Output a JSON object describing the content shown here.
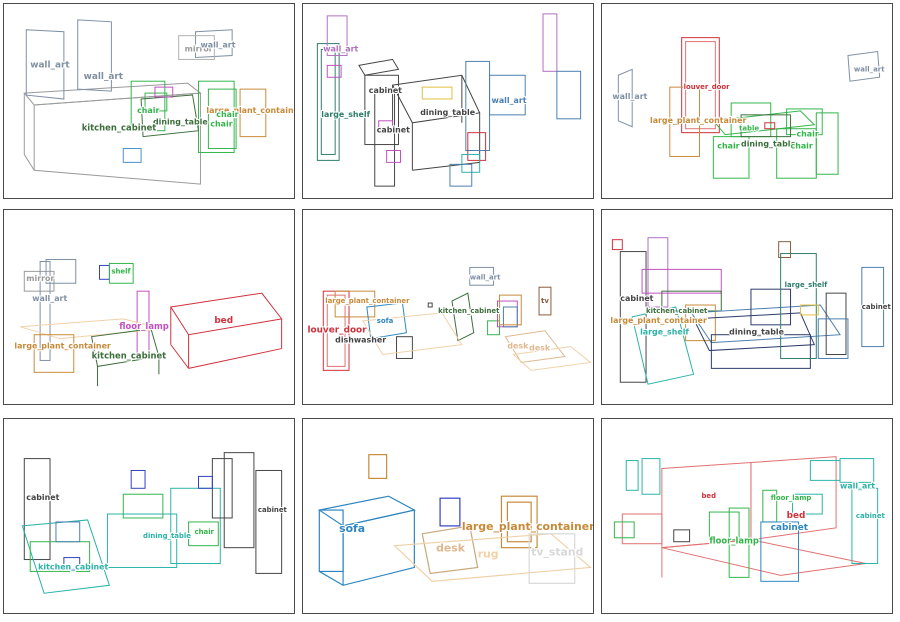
{
  "panels": [
    {
      "id": "p1",
      "labels": [
        {
          "text": "wall_art",
          "color": "#7f8fa3"
        },
        {
          "text": "wall_art",
          "color": "#7f8fa3"
        },
        {
          "text": "mirror",
          "color": "#9a9a9a"
        },
        {
          "text": "wall_art",
          "color": "#7f8fa3"
        },
        {
          "text": "large_plant_container",
          "color": "#c88a3a"
        },
        {
          "text": "chair",
          "color": "#33b54a"
        },
        {
          "text": "chair",
          "color": "#33b54a"
        },
        {
          "text": "dining_table",
          "color": "#3c6e3c"
        },
        {
          "text": "kitchen_cabinet",
          "color": "#3c6e3c"
        },
        {
          "text": "chair",
          "color": "#33b54a"
        }
      ]
    },
    {
      "id": "p2",
      "labels": [
        {
          "text": "wall_art",
          "color": "#b070c0"
        },
        {
          "text": "large_shelf",
          "color": "#2e7d6b"
        },
        {
          "text": "cabinet",
          "color": "#444444"
        },
        {
          "text": "cabinet",
          "color": "#444444"
        },
        {
          "text": "dining_table",
          "color": "#444444"
        },
        {
          "text": "wall_art",
          "color": "#4b7fb0"
        }
      ]
    },
    {
      "id": "p3",
      "labels": [
        {
          "text": "wall_art",
          "color": "#7f8fa3"
        },
        {
          "text": "louver_door",
          "color": "#d0303a"
        },
        {
          "text": "wall_art",
          "color": "#7f8fa3"
        },
        {
          "text": "large_plant_container",
          "color": "#c88a3a"
        },
        {
          "text": "table",
          "color": "#33b54a"
        },
        {
          "text": "dining_table",
          "color": "#3c6e3c"
        },
        {
          "text": "chair",
          "color": "#33b54a"
        },
        {
          "text": "chair",
          "color": "#33b54a"
        },
        {
          "text": "chair",
          "color": "#33b54a"
        }
      ]
    },
    {
      "id": "p4",
      "labels": [
        {
          "text": "mirror",
          "color": "#9a9a9a"
        },
        {
          "text": "wall_art",
          "color": "#7f8fa3"
        },
        {
          "text": "floor_lamp",
          "color": "#c050c0"
        },
        {
          "text": "bed",
          "color": "#d0303a"
        },
        {
          "text": "large_plant_container",
          "color": "#c88a3a"
        },
        {
          "text": "kitchen_cabinet",
          "color": "#3c6e3c"
        },
        {
          "text": "shelf",
          "color": "#33b54a"
        }
      ]
    },
    {
      "id": "p5",
      "labels": [
        {
          "text": "wall_art",
          "color": "#7f8fa3"
        },
        {
          "text": "large_plant_container",
          "color": "#c88a3a"
        },
        {
          "text": "kitchen_cabinet",
          "color": "#3c6e3c"
        },
        {
          "text": "louver_door",
          "color": "#d0303a"
        },
        {
          "text": "sofa",
          "color": "#2e86c1"
        },
        {
          "text": "dishwasher",
          "color": "#444444"
        },
        {
          "text": "desk",
          "color": "#e0b890"
        },
        {
          "text": "desk",
          "color": "#e0b890"
        },
        {
          "text": "tv",
          "color": "#8a5a3a"
        }
      ]
    },
    {
      "id": "p6",
      "labels": [
        {
          "text": "cabinet",
          "color": "#444444"
        },
        {
          "text": "large_plant_container",
          "color": "#c88a3a"
        },
        {
          "text": "large_shelf",
          "color": "#2ab3a8"
        },
        {
          "text": "kitchen_cabinet",
          "color": "#3c6e3c"
        },
        {
          "text": "dining_table",
          "color": "#444444"
        },
        {
          "text": "large_shelf",
          "color": "#2e7d6b"
        },
        {
          "text": "cabinet",
          "color": "#444444"
        }
      ]
    },
    {
      "id": "p7",
      "labels": [
        {
          "text": "cabinet",
          "color": "#444444"
        },
        {
          "text": "kitchen_cabinet",
          "color": "#2ab3a8"
        },
        {
          "text": "dining_table",
          "color": "#2ab3a8"
        },
        {
          "text": "cabinet",
          "color": "#444444"
        },
        {
          "text": "chair",
          "color": "#33b54a"
        }
      ]
    },
    {
      "id": "p8",
      "labels": [
        {
          "text": "sofa",
          "color": "#2e86c1"
        },
        {
          "text": "large_plant_container",
          "color": "#c88a3a"
        },
        {
          "text": "desk",
          "color": "#e0b890"
        },
        {
          "text": "rug",
          "color": "#f0d2a8"
        },
        {
          "text": "tv_stand",
          "color": "#d8d8d8"
        }
      ]
    },
    {
      "id": "p9",
      "labels": [
        {
          "text": "bed",
          "color": "#d0303a"
        },
        {
          "text": "floor_lamp",
          "color": "#33b54a"
        },
        {
          "text": "wall_art",
          "color": "#2ab3a8"
        },
        {
          "text": "cabinet",
          "color": "#2ab3a8"
        },
        {
          "text": "floor_lamp",
          "color": "#33b54a"
        },
        {
          "text": "bed",
          "color": "#d0303a"
        },
        {
          "text": "cabinet",
          "color": "#2e86c1"
        }
      ]
    }
  ]
}
